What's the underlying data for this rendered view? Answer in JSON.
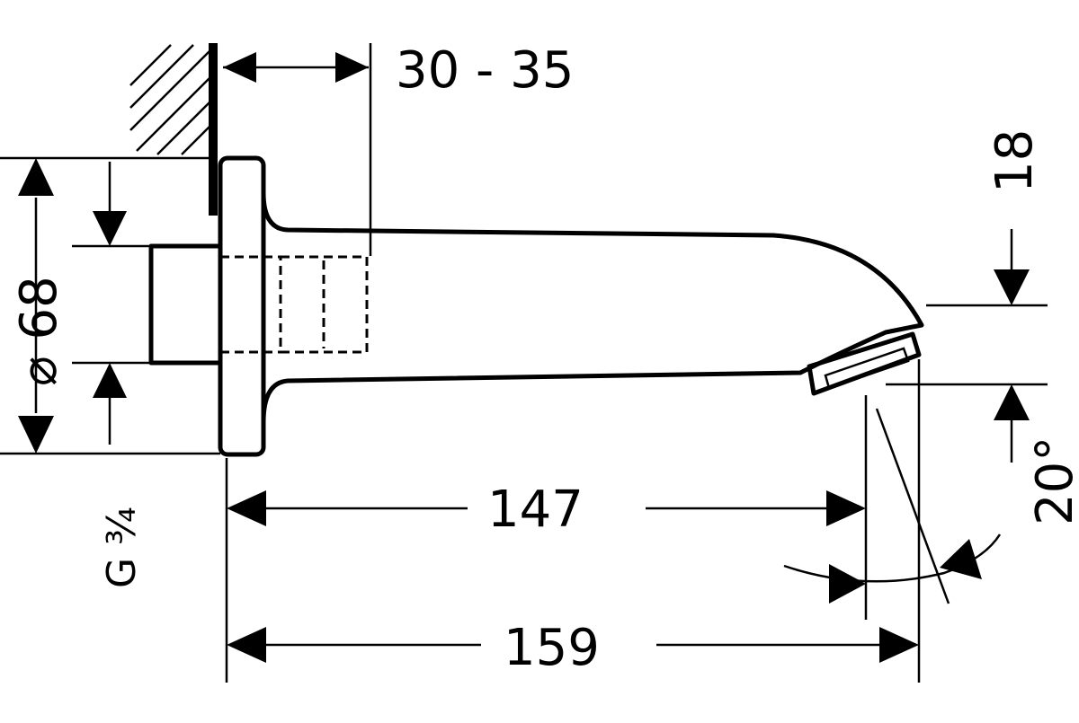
{
  "dimensions": {
    "wall_gap": "30 - 35",
    "outlet_height": "18",
    "angle": "20°",
    "length_inner": "147",
    "length_total": "159",
    "rosette_diameter": "⌀ 68",
    "thread": "G ¾"
  },
  "colors": {
    "line": "#000000",
    "background": "#ffffff"
  }
}
